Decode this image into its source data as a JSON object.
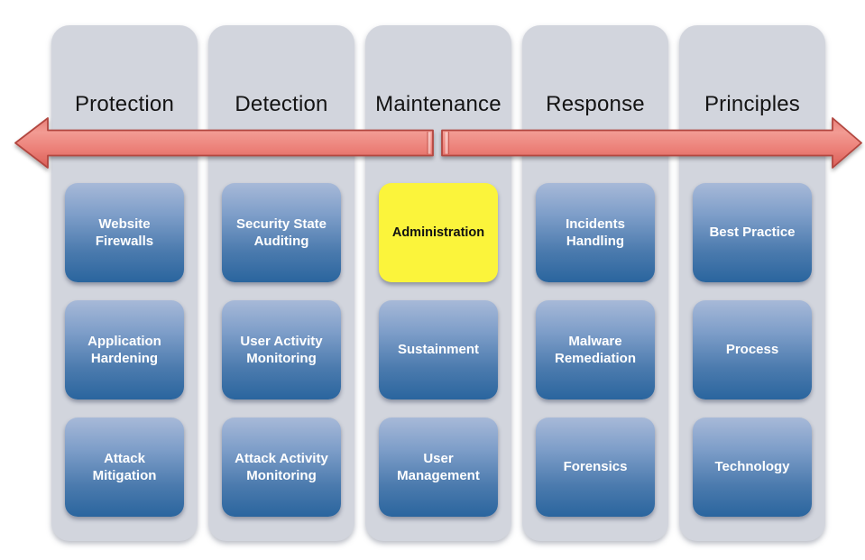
{
  "diagram": {
    "columns": [
      {
        "title": "Protection",
        "items": [
          "Website Firewalls",
          "Application Hardening",
          "Attack Mitigation"
        ]
      },
      {
        "title": "Detection",
        "items": [
          "Security State Auditing",
          "User Activity Monitoring",
          "Attack Activity Monitoring"
        ]
      },
      {
        "title": "Maintenance",
        "items": [
          "Administration",
          "Sustainment",
          "User Management"
        ]
      },
      {
        "title": "Response",
        "items": [
          "Incidents Handling",
          "Malware Remediation",
          "Forensics"
        ]
      },
      {
        "title": "Principles",
        "items": [
          "Best Practice",
          "Process",
          "Technology"
        ]
      }
    ],
    "highlighted_item": "Administration",
    "colors": {
      "column_bg": "#D2D5DD",
      "title_color": "#141414",
      "box_text": "#FFFFFF",
      "box_gradient": [
        "#A7B9D8",
        "#7E9EC9",
        "#4C7BAE",
        "#2A659E"
      ],
      "highlight_bg": "#FBF43B",
      "highlight_text": "#111111",
      "arrow_gradient": [
        "#E87E76",
        "#F29B93",
        "#EC8078",
        "#D95E57"
      ],
      "arrow_border": "#B2463F"
    }
  }
}
